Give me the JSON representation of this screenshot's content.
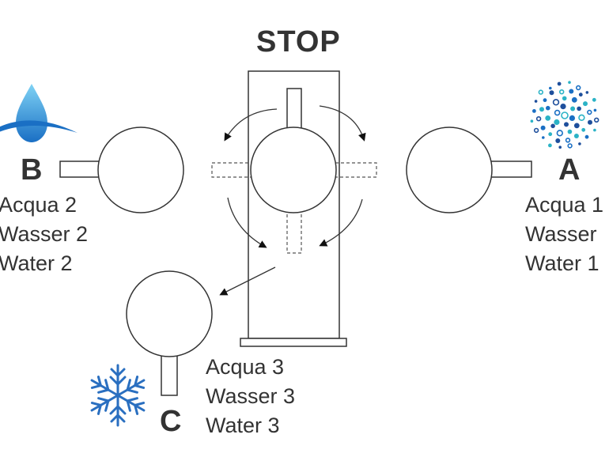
{
  "title": "STOP",
  "positions": {
    "a": {
      "letter": "A",
      "lines": [
        "Acqua 1",
        "Wasser",
        "Water 1"
      ]
    },
    "b": {
      "letter": "B",
      "lines": [
        "Acqua 2",
        "Wasser 2",
        "Water 2"
      ]
    },
    "c": {
      "letter": "C",
      "lines": [
        "Acqua 3",
        "Wasser 3",
        "Water 3"
      ]
    }
  },
  "icons": {
    "a": "sparkling-water-bubbles-icon",
    "b": "water-drop-icon",
    "c": "snowflake-icon"
  },
  "colors": {
    "water_blue": "#1a6fc4",
    "bubble_teal": "#2bb3c6",
    "snowflake_blue": "#2a6fc0",
    "line": "#333333"
  }
}
